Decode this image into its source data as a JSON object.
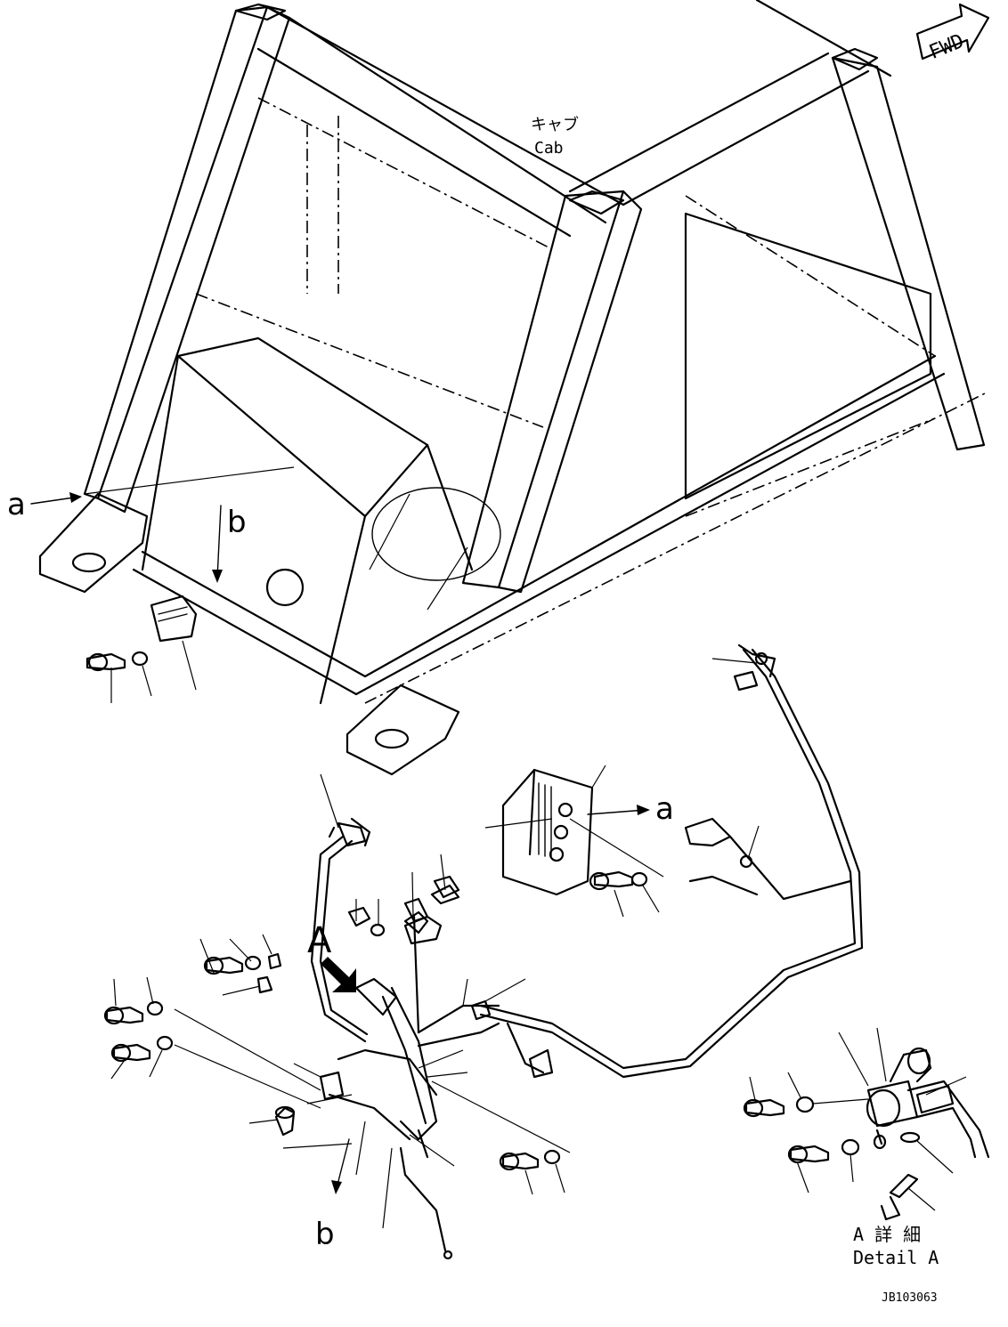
{
  "labels": {
    "fwd": "FWD",
    "cab_jp": "キャブ",
    "cab_en": "Cab",
    "ref_a": "a",
    "ref_b": "b",
    "detail_callout": "A",
    "detail_jp": "A 詳 細",
    "detail_en": "Detail A",
    "drawing_code": "JB103063"
  }
}
